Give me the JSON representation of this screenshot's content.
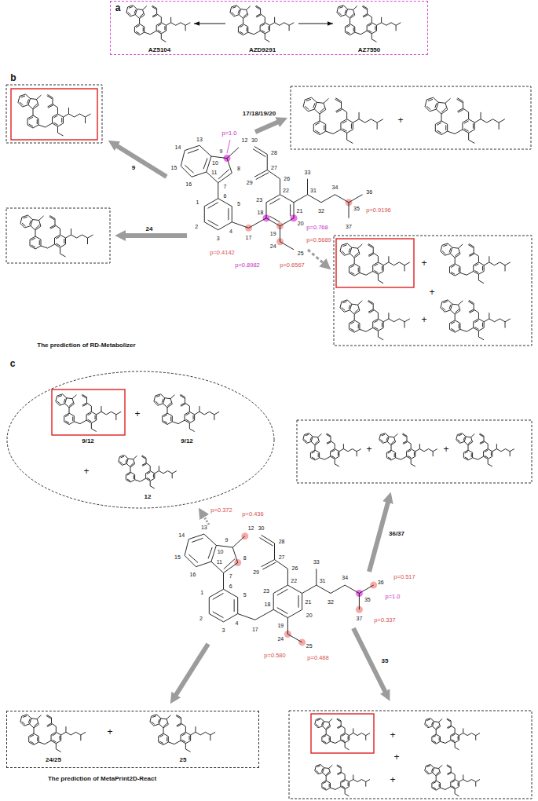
{
  "diagram": {
    "nodes": [
      {
        "text": [
          "AZ5104",
          "AZD9291",
          "AZ7550"
        ]
      },
      {
        "text": [
          "9/12",
          "9/12",
          "12"
        ]
      },
      {
        "text": [
          "24/25",
          "25"
        ]
      }
    ],
    "labels": [
      "a",
      "b",
      "9",
      "17/18/19/20",
      "+",
      "1",
      "2",
      "3",
      "4",
      "5",
      "6",
      "7",
      "8",
      "9",
      "10",
      "11",
      "12",
      "13",
      "14",
      "15",
      "16",
      "17",
      "18",
      "19",
      "20",
      "21",
      "22",
      "23",
      "24",
      "25",
      "26",
      "27",
      "28",
      "29",
      "30",
      "31",
      "32",
      "33",
      "34",
      "35",
      "36",
      "37",
      "p=1.0",
      "p=0.4142",
      "p=0.8982",
      "p=0.5689",
      "p=0.6567",
      "p=0.768",
      "p=0.9196",
      "24",
      "+",
      "+",
      "+",
      "The prediction of RD-Metabolizer",
      "c",
      "+",
      "+",
      "+",
      "+",
      "36/37",
      "1",
      "2",
      "3",
      "4",
      "5",
      "6",
      "7",
      "8",
      "9",
      "10",
      "11",
      "12",
      "13",
      "14",
      "15",
      "16",
      "17",
      "18",
      "19",
      "20",
      "21",
      "22",
      "23",
      "24",
      "25",
      "26",
      "27",
      "28",
      "29",
      "30",
      "31",
      "32",
      "33",
      "34",
      "35",
      "36",
      "37",
      "p=0.372",
      "p=0.436",
      "p=1.0",
      "p=0.517",
      "p=0.337",
      "p=0.580",
      "p=0.488",
      "+",
      "35",
      "+",
      "+",
      "+",
      "The prediction of MetaPrint2D-React"
    ]
  }
}
